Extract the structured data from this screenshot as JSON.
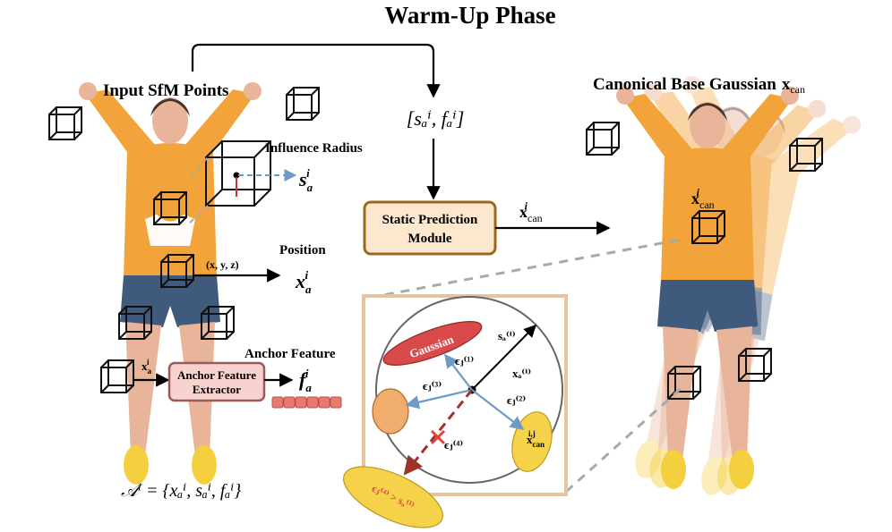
{
  "title": "Warm-Up Phase",
  "left": {
    "heading": "Input SfM Points",
    "influence_radius_label": "Influence Radius",
    "s_sym": "s",
    "s_sub": "a",
    "s_sup": "i",
    "position_label": "Position",
    "xyz_label": "(x, y, z)",
    "x_sym": "x",
    "x_sub": "a",
    "x_sup": "i",
    "anchor_feature_label": "Anchor Feature",
    "f_sym": "f",
    "f_sub": "a",
    "f_sup": "i",
    "input_x_sym": "x",
    "input_x_sub": "a",
    "input_x_sup": "i",
    "extractor_line1": "Anchor Feature",
    "extractor_line2": "Extractor",
    "anchor_set": "𝒜ⁱ = {xₐⁱ, sₐⁱ, fₐⁱ}"
  },
  "middle": {
    "bracket_top": "[sₐⁱ, fₐⁱ]",
    "module_line1": "Static Prediction",
    "module_line2": "Module",
    "xcan_sym": "x",
    "xcan_sub": "can",
    "xcan_sup": "i"
  },
  "right": {
    "heading": "Canonical Base Gaussian",
    "heading_sym": "x",
    "heading_sub": "can",
    "xcan_sym": "x",
    "xcan_sub": "can",
    "xcan_sup": "i"
  },
  "inset": {
    "gaussian_label": "Gaussian",
    "s_label": "sₐ⁽ⁱ⁾",
    "x_label": "xₐ⁽ⁱ⁾",
    "eps1": "ϵⱼ⁽¹⁾",
    "eps2": "ϵⱼ⁽²⁾",
    "eps3": "ϵⱼ⁽³⁾",
    "eps4": "ϵⱼ⁽⁴⁾",
    "xcan_label": "x",
    "xcan_sub": "can",
    "xcan_sup": "i,j",
    "reject_label": "ϵⱼ⁽⁴⁾ > sₐ⁽ⁱ⁾"
  },
  "colors": {
    "shirt": "#f2a43a",
    "shorts": "#3f5a7c",
    "skin": "#e9b59a",
    "module_fill": "#fde7cf",
    "module_border": "#9a6a1a",
    "extractor_fill": "#f7d2cf",
    "extractor_border": "#9b5a5a",
    "feature_cell": "#e97a70",
    "gaussian_red": "#d94b4b",
    "gaussian_yellow": "#f6d24a",
    "ellipse_orange": "#f0ad6e",
    "inset_border": "#e8c3a0",
    "arrow_blue": "#6e9ac6",
    "arrow_dashed_red": "#a0322c",
    "dashed_gray": "#a9a9a9"
  },
  "icons": {
    "cube": "wireframe-cube-icon",
    "cross": "reject-cross-icon"
  }
}
